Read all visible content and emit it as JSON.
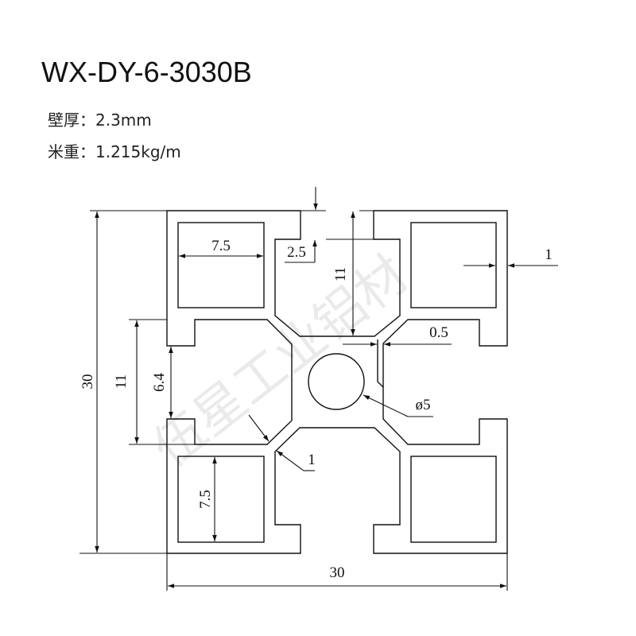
{
  "title": "WX-DY-6-3030B",
  "specs": {
    "wall_label": "壁厚：",
    "wall_value": "2.3mm",
    "weight_label": "米重：",
    "weight_value": "1.215kg/m"
  },
  "watermark": "伍星工业铝材",
  "dimensions": {
    "height": "30",
    "width": "30",
    "slot_height": "11",
    "slot_opening": "6.4",
    "top_depth": "11",
    "lip": "2.5",
    "cavity_width": "7.5",
    "cavity_height": "7.5",
    "wall_right": "1",
    "gap": "0.5",
    "bore": "ø5",
    "web": "1"
  }
}
